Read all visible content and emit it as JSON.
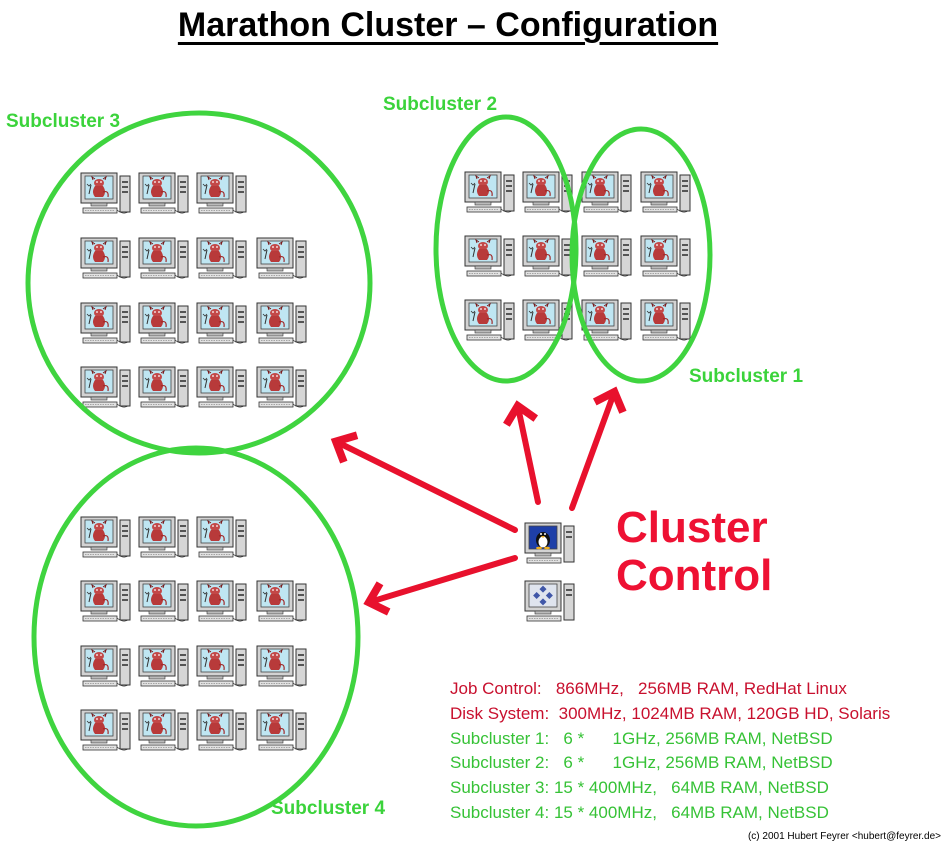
{
  "title": "Marathon Cluster – Configuration",
  "subclusters": {
    "sc1": {
      "label": "Subcluster 1"
    },
    "sc2": {
      "label": "Subcluster 2"
    },
    "sc3": {
      "label": "Subcluster 3"
    },
    "sc4": {
      "label": "Subcluster 4"
    }
  },
  "cluster_control": {
    "line1": "Cluster",
    "line2": "Control"
  },
  "specs": [
    {
      "text": "Job Control:   866MHz,   256MB RAM, RedHat Linux",
      "color": "#c8102e"
    },
    {
      "text": "Disk System:  300MHz, 1024MB RAM, 120GB HD, Solaris",
      "color": "#c8102e"
    },
    {
      "text": "Subcluster 1:   6 *      1GHz, 256MB RAM, NetBSD",
      "color": "#36c236"
    },
    {
      "text": "Subcluster 2:   6 *      1GHz, 256MB RAM, NetBSD",
      "color": "#36c236"
    },
    {
      "text": "Subcluster 3: 15 * 400MHz,   64MB RAM, NetBSD",
      "color": "#36c236"
    },
    {
      "text": "Subcluster 4: 15 * 400MHz,   64MB RAM, NetBSD",
      "color": "#36c236"
    }
  ],
  "credit": "(c) 2001 Hubert Feyrer <hubert@feyrer.de>",
  "colors": {
    "circle": "#3fd43f",
    "arrow": "#e8112d",
    "screen": "#bfe6f2",
    "case": "#d3d3d3"
  },
  "icons": {
    "node": "netbsd-daemon-computer-icon",
    "linux": "linux-tux-computer-icon",
    "solaris": "solaris-computer-icon"
  }
}
